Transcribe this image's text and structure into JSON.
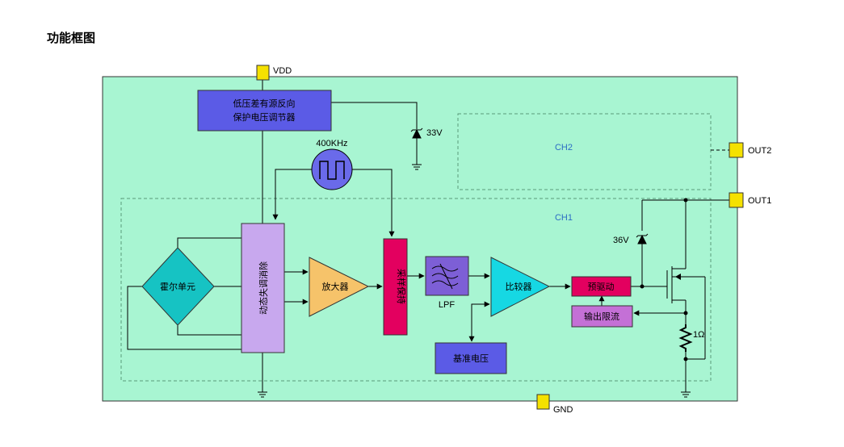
{
  "heading": "功能框图",
  "colors": {
    "chip_bg": "#a8f5d2",
    "regulator": "#5b5be6",
    "oscillator": "#6a6aea",
    "dynamic_offset": "#c8a8ee",
    "hall": "#16c3c3",
    "amplifier": "#f6c36a",
    "sample_hold": "#e3005f",
    "lpf": "#7d5fd6",
    "comparator": "#16d8e3",
    "predriver": "#e3005f",
    "current_limit": "#c470d6",
    "reference": "#5b5be6",
    "pin": "#f5e100"
  },
  "pins": {
    "vdd": "VDD",
    "gnd": "GND",
    "out1": "OUT1",
    "out2": "OUT2"
  },
  "blocks": {
    "regulator_line1": "低压差有源反向",
    "regulator_line2": "保护电压调节器",
    "oscillator_freq": "400KHz",
    "hall": "霍尔单元",
    "dynamic_offset": "动态失调消除",
    "amplifier": "放大器",
    "sample_hold": "采样保持",
    "lpf": "LPF",
    "comparator": "比较器",
    "reference": "基准电压",
    "predriver": "预驱动",
    "current_limit": "输出限流"
  },
  "labels": {
    "zener_vdd": "33V",
    "zener_out": "36V",
    "resistor": "1Ω",
    "ch1": "CH1",
    "ch2": "CH2"
  }
}
